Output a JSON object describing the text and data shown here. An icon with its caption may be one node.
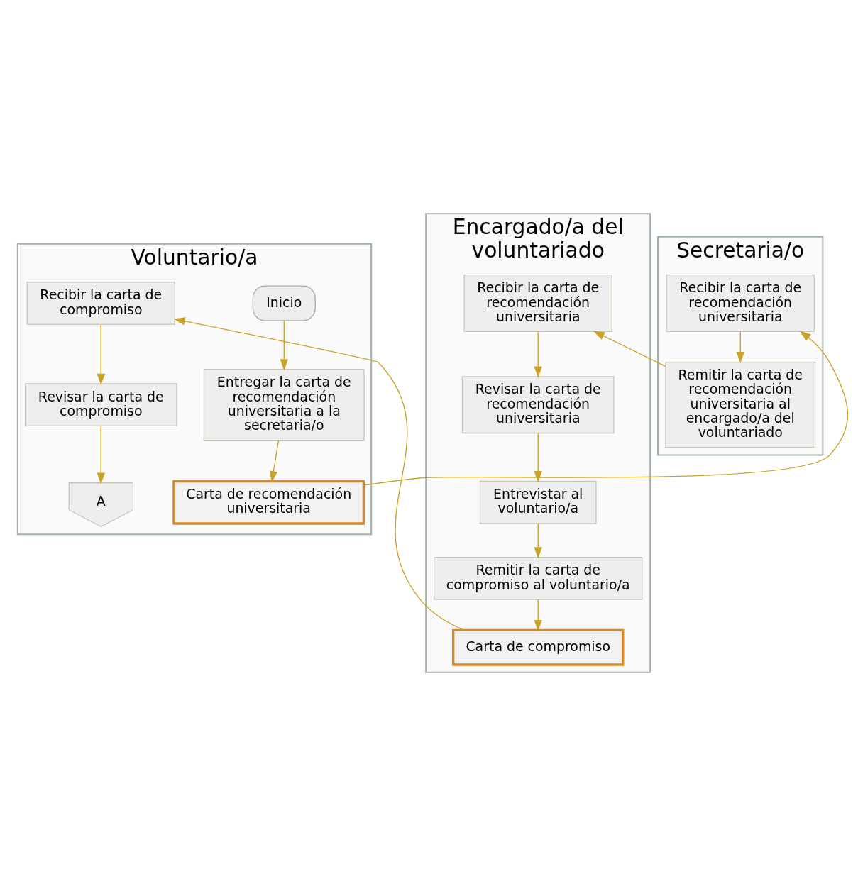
{
  "diagram": {
    "nodes": [
      {
        "text": [
          "Voluntario/a"
        ]
      },
      {
        "text": [
          "Secretaria/o"
        ]
      },
      {
        "text": [
          "Encargado/a del voluntariado"
        ]
      },
      {
        "text": [
          "Inicio"
        ],
        "in": 0
      },
      {
        "text": [
          "Entregar la carta de recomendación universitaria a la secretaria/o"
        ],
        "in": 0
      },
      {
        "text": [
          "Carta de recomendación universitaria"
        ],
        "in": 0
      },
      {
        "text": [
          "Recibir la carta de compromiso"
        ],
        "in": 0
      },
      {
        "text": [
          "Revisar la carta de compromiso"
        ],
        "in": 0
      },
      {
        "text": [
          "A"
        ],
        "in": 0
      },
      {
        "text": [
          "Recibir la carta de recomendación universitaria"
        ],
        "in": 1
      },
      {
        "text": [
          "Remitir la carta de recomendación universitaria al encargado/a del voluntariado"
        ],
        "in": 1
      },
      {
        "text": [
          "Recibir la carta de recomendación universitaria"
        ],
        "in": 2
      },
      {
        "text": [
          "Revisar la carta de recomendación universitaria"
        ],
        "in": 2
      },
      {
        "text": [
          "Entrevistar al voluntario/a"
        ],
        "in": 2
      },
      {
        "text": [
          "Remitir la carta de compromiso al voluntario/a"
        ],
        "in": 2
      },
      {
        "text": [
          "Carta de compromiso"
        ],
        "in": 2
      }
    ],
    "edges": [
      {
        "from": 3,
        "to": 4,
        "arrow": "to"
      },
      {
        "from": 4,
        "to": 5,
        "arrow": "to"
      },
      {
        "from": 5,
        "to": 9,
        "arrow": "to"
      },
      {
        "from": 9,
        "to": 10,
        "arrow": "to"
      },
      {
        "from": 10,
        "to": 11,
        "arrow": "to"
      },
      {
        "from": 11,
        "to": 12,
        "arrow": "to"
      },
      {
        "from": 12,
        "to": 13,
        "arrow": "to"
      },
      {
        "from": 13,
        "to": 14,
        "arrow": "to"
      },
      {
        "from": 14,
        "to": 15,
        "arrow": "to"
      },
      {
        "from": 15,
        "to": 6,
        "arrow": "to"
      },
      {
        "from": 6,
        "to": 7,
        "arrow": "to"
      },
      {
        "from": 7,
        "to": 8,
        "arrow": "to"
      }
    ]
  }
}
